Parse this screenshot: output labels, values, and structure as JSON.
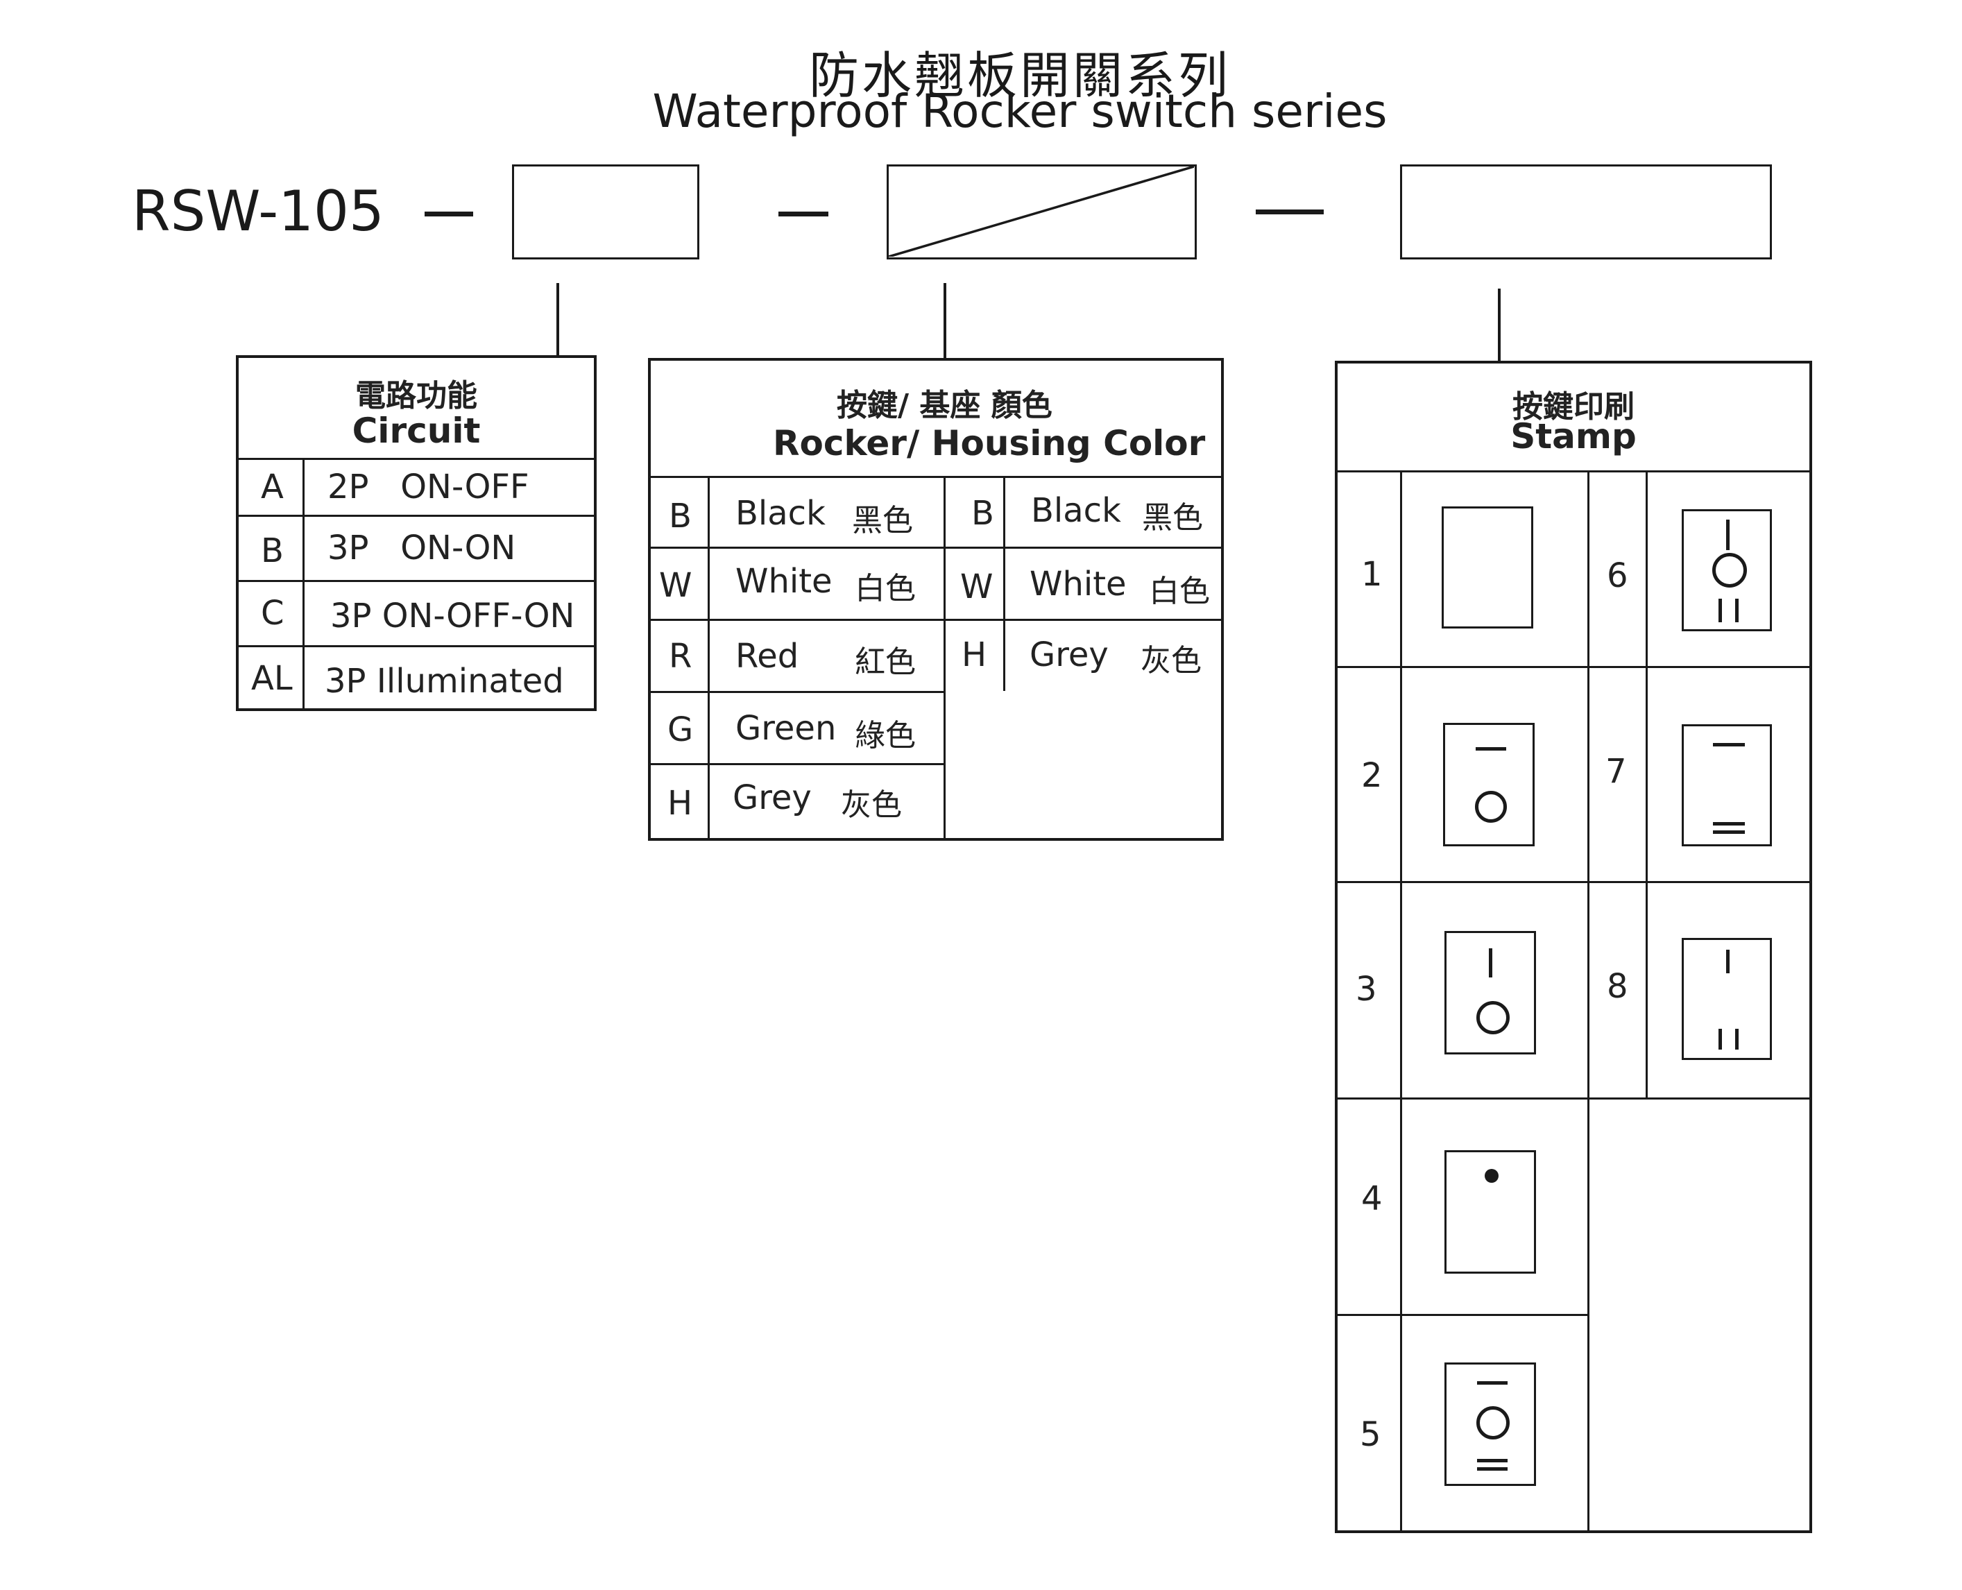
{
  "title": {
    "chinese": "防水翹板開關系列",
    "english": "Waterproof Rocker switch series"
  },
  "model": "RSW-105",
  "circuit": {
    "header_cn": "電路功能",
    "header_en": "Circuit",
    "rows": [
      {
        "code": "A",
        "desc": "2P   ON-OFF"
      },
      {
        "code": "B",
        "desc": "3P   ON-ON"
      },
      {
        "code": "C",
        "desc": "3P ON-OFF-ON"
      },
      {
        "code": "AL",
        "desc": "3P Illuminated"
      }
    ]
  },
  "color": {
    "header_cn": "按鍵/ 基座 顏色",
    "header_en": "Rocker/ Housing Color",
    "rocker": [
      {
        "code": "B",
        "name": "Black",
        "cn": "黑色"
      },
      {
        "code": "W",
        "name": "White",
        "cn": "白色"
      },
      {
        "code": "R",
        "name": "Red",
        "cn": "紅色"
      },
      {
        "code": "G",
        "name": "Green",
        "cn": "綠色"
      },
      {
        "code": "H",
        "name": "Grey",
        "cn": "灰色"
      }
    ],
    "housing": [
      {
        "code": "B",
        "name": "Black",
        "cn": "黑色"
      },
      {
        "code": "W",
        "name": "White",
        "cn": "白色"
      },
      {
        "code": "H",
        "name": "Grey",
        "cn": "灰色"
      }
    ]
  },
  "stamp": {
    "header_cn": "按鍵印刷",
    "header_en": "Stamp",
    "items": [
      {
        "num": "1",
        "symbol": "blank"
      },
      {
        "num": "2",
        "symbol": "dash-over-circle"
      },
      {
        "num": "3",
        "symbol": "bar-over-circle"
      },
      {
        "num": "4",
        "symbol": "dot"
      },
      {
        "num": "5",
        "symbol": "dash-circle-double-dash"
      },
      {
        "num": "6",
        "symbol": "bar-circle-double-bar"
      },
      {
        "num": "7",
        "symbol": "dash-double-dash"
      },
      {
        "num": "8",
        "symbol": "bar-double-bar"
      }
    ]
  }
}
